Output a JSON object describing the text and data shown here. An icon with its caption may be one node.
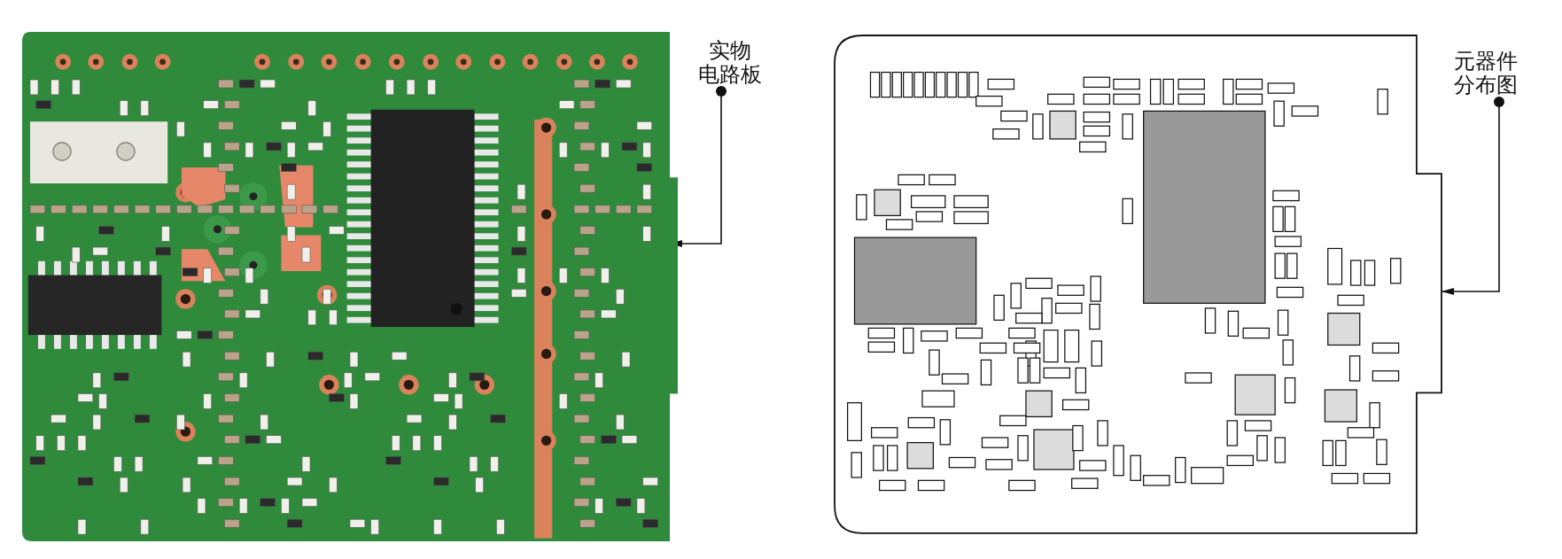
{
  "diagram": {
    "nodes": [
      {
        "text": [],
        "shape": "picture"
      },
      {
        "text": [
          "实物电路板"
        ]
      },
      {
        "text": [],
        "shape": "picture"
      },
      {
        "text": [
          "元器件分布图"
        ]
      }
    ],
    "edges": [
      {
        "from": 1,
        "to": 0,
        "arrow": "to"
      },
      {
        "from": 3,
        "to": 2,
        "arrow": "to"
      }
    ]
  }
}
